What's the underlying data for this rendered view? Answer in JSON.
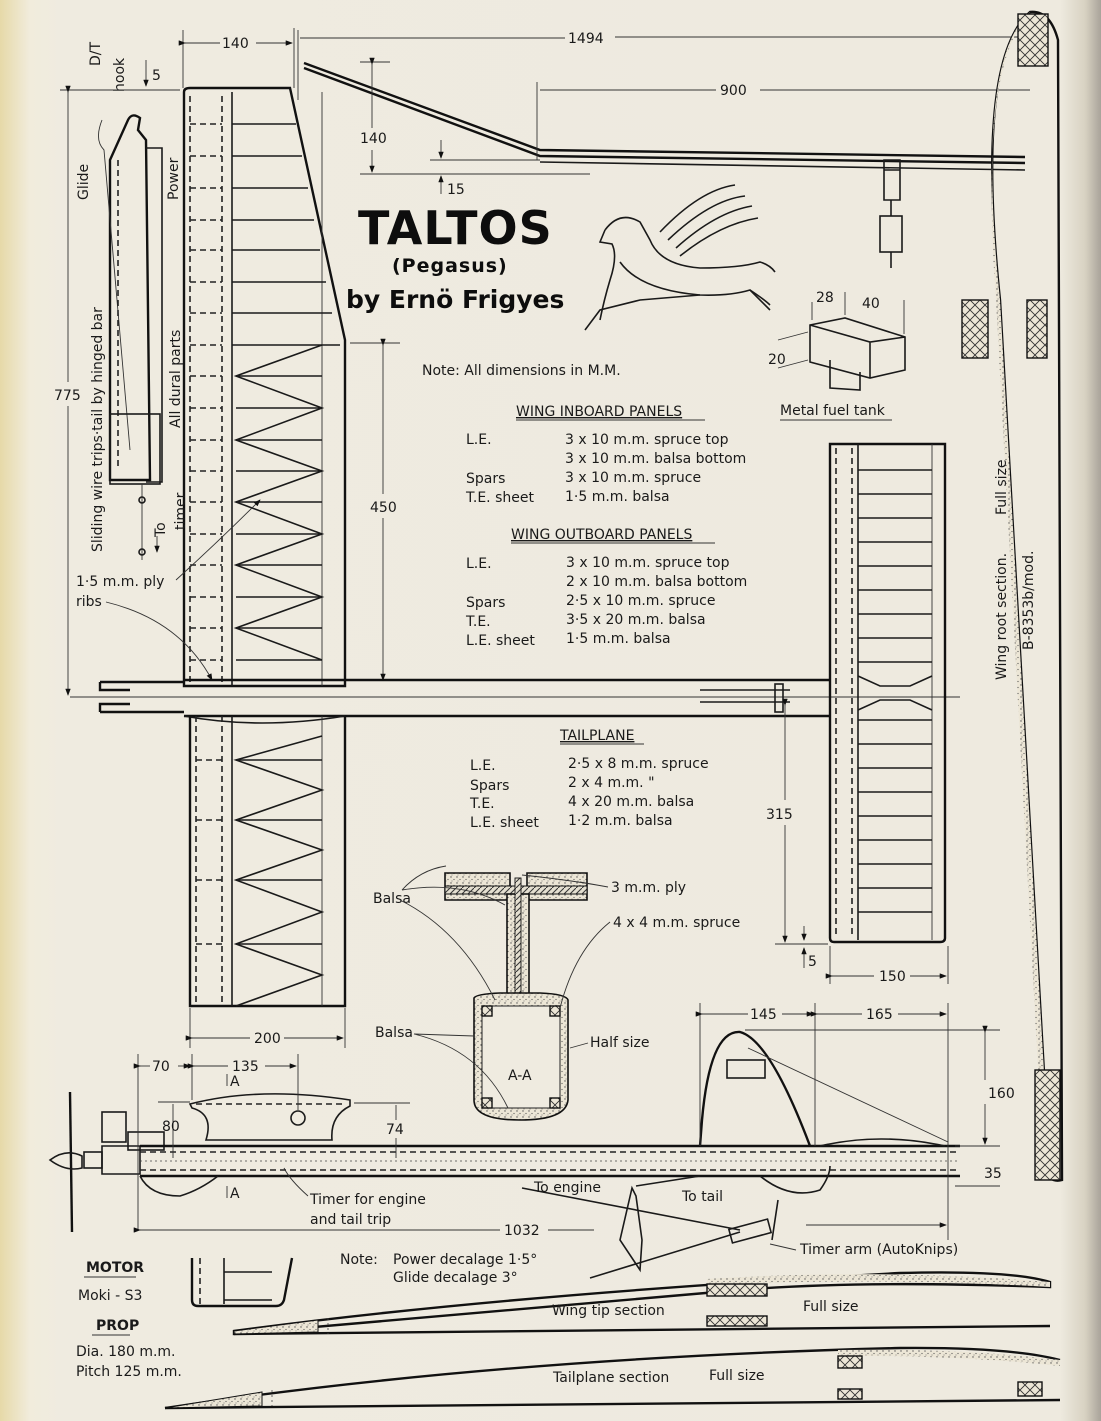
{
  "title": {
    "name": "TALTOS",
    "subtitle": "(Pegasus)",
    "byline": "by Ernö Frigyes"
  },
  "note_units": "Note: All dimensions in M.M.",
  "spec_tables": [
    {
      "heading": "WING INBOARD PANELS",
      "rows": [
        {
          "part": "L.E.",
          "spec": "3 x 10 m.m. spruce top"
        },
        {
          "part": "",
          "spec": "3 x 10 m.m. balsa bottom"
        },
        {
          "part": "Spars",
          "spec": "3 x 10 m.m. spruce"
        },
        {
          "part": "T.E. sheet",
          "spec": "1·5 m.m. balsa"
        }
      ]
    },
    {
      "heading": "WING OUTBOARD PANELS",
      "rows": [
        {
          "part": "L.E.",
          "spec": "3 x 10 m.m. spruce top"
        },
        {
          "part": "",
          "spec": "2 x 10 m.m. balsa bottom"
        },
        {
          "part": "Spars",
          "spec": "2·5 x 10 m.m. spruce"
        },
        {
          "part": "T.E.",
          "spec": "3·5 x 20 m.m. balsa"
        },
        {
          "part": "L.E. sheet",
          "spec": "1·5 m.m. balsa"
        }
      ]
    },
    {
      "heading": "TAILPLANE",
      "rows": [
        {
          "part": "L.E.",
          "spec": "2·5 x 8 m.m. spruce"
        },
        {
          "part": "Spars",
          "spec": "2 x 4 m.m.        \""
        },
        {
          "part": "T.E.",
          "spec": "4 x 20 m.m. balsa"
        },
        {
          "part": "L.E. sheet",
          "spec": "1·2 m.m. balsa"
        }
      ]
    }
  ],
  "dimensions": {
    "wing_root_chord": "140",
    "span": "1494",
    "outer_panel": "900",
    "dihedral_tip": "140",
    "dihedral_break": "15",
    "dt_offset": "5",
    "half_span": "775",
    "inboard_length": "450",
    "wing_chord_bottom": "200",
    "tail_span": "315",
    "tail_chord": "150",
    "tail_offset": "5",
    "nose_70": "70",
    "nose_135": "135",
    "pylon_80": "80",
    "pylon_74": "74",
    "fin_145": "145",
    "fin_165": "165",
    "fin_height": "160",
    "fuselage_depth": "35",
    "fuselage_length": "1032",
    "tank_28": "28",
    "tank_40": "40",
    "tank_20": "20"
  },
  "labels": {
    "dt_hook_1": "D/T",
    "dt_hook_2": "hook",
    "glide": "Glide",
    "power": "Power",
    "sliding_wire": "Sliding wire trips·tail by hinged bar",
    "dural": "All dural parts",
    "to": "To",
    "timer": "timer",
    "ply_ribs_1": "1·5 m.m. ply",
    "ply_ribs_2": "ribs",
    "fuel_tank": "Metal fuel tank",
    "wing_root_section": "Wing root section.",
    "full_size": "Full size",
    "airfoil": "B-8353b/mod.",
    "balsa_a": "Balsa",
    "balsa_b": "Balsa",
    "ply_3mm": "3 m.m. ply",
    "spruce_4x4": "4 x 4 m.m. spruce",
    "half_size": "Half size",
    "section_aa": "A-A",
    "section_mark": "A",
    "timer_engine_1": "Timer for engine",
    "timer_engine_2": "and tail trip",
    "to_engine": "To engine",
    "to_tail": "To tail",
    "timer_arm": "Timer arm (AutoKnips)",
    "wing_tip_section": "Wing tip section",
    "wing_tip_full": "Full size",
    "tailplane_section": "Tailplane section",
    "tailplane_full": "Full size"
  },
  "decalage": {
    "note": "Note:",
    "power": "Power decalage 1·5°",
    "glide": "Glide decalage   3°"
  },
  "motor": {
    "heading": "MOTOR",
    "value": "Moki - S3"
  },
  "prop": {
    "heading": "PROP",
    "dia": "Dia.   180 m.m.",
    "pitch": "Pitch  125 m.m."
  }
}
